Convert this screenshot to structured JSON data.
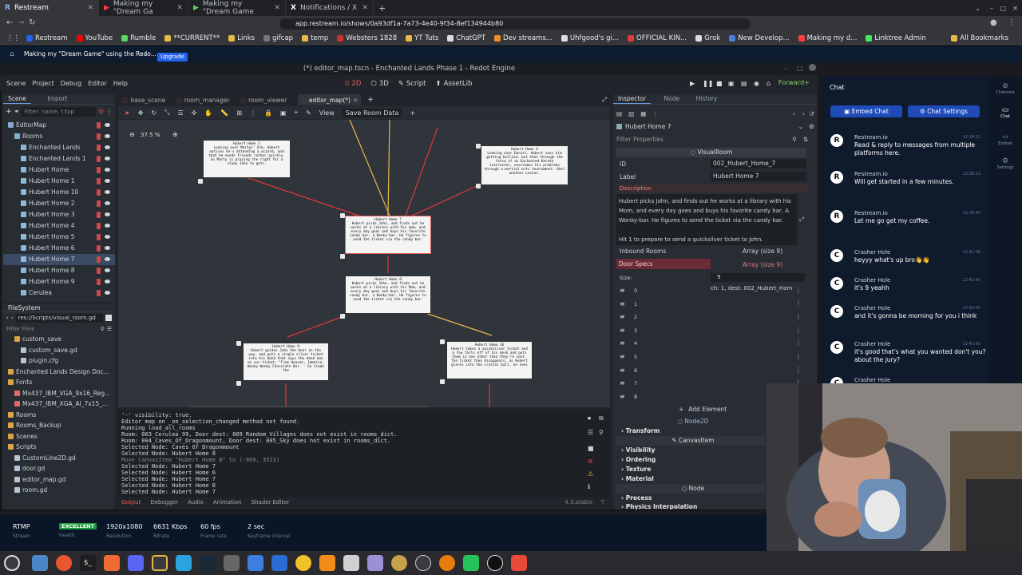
{
  "browser": {
    "tabs": [
      {
        "label": "Restream",
        "active": true
      },
      {
        "label": "Making my \"Dream Ga",
        "active": false
      },
      {
        "label": "Making my \"Dream Game",
        "active": false
      },
      {
        "label": "Notifications / X",
        "active": false
      }
    ],
    "url": "app.restream.io/shows/0a93df1a-7a73-4e40-9f34-8ef134944b80",
    "bookmarks": [
      "Restream",
      "YouTube",
      "Rumble",
      "**CURRENT**",
      "Links",
      "gifcap",
      "temp",
      "Websters 1828",
      "YT Tuts",
      "ChatGPT",
      "Dev streams...",
      "Uhfgood's gi...",
      "OFFICIAL KIN...",
      "Grok",
      "New Develop...",
      "Making my d...",
      "Linktree Admin"
    ],
    "all_bookmarks": "All Bookmarks"
  },
  "restream": {
    "show_title": "Making my \"Dream Game\" using the Redo...",
    "upgrade": "Upgrade"
  },
  "godot": {
    "window_title": "(*) editor_map.tscn - Enchanted Lands Phase 1 - Redot Engine",
    "menu": [
      "Scene",
      "Project",
      "Debug",
      "Editor",
      "Help"
    ],
    "workspaces": [
      "2D",
      "3D",
      "Script",
      "AssetLib"
    ],
    "renderer": "Forward+",
    "scene_tabs": [
      "Scene",
      "Import"
    ],
    "filter_placeholder": "Filter: name, t:typ",
    "tree": [
      {
        "label": "EditorMap",
        "level": 0
      },
      {
        "label": "Rooms",
        "level": 1
      },
      {
        "label": "Enchanted Lands",
        "level": 2
      },
      {
        "label": "Enchanted Lands 1",
        "level": 2
      },
      {
        "label": "Hubert Home",
        "level": 2
      },
      {
        "label": "Hubert Home 1",
        "level": 2
      },
      {
        "label": "Hubert Home 10",
        "level": 2
      },
      {
        "label": "Hubert Home 2",
        "level": 2
      },
      {
        "label": "Hubert Home 3",
        "level": 2
      },
      {
        "label": "Hubert Home 4",
        "level": 2
      },
      {
        "label": "Hubert Home 5",
        "level": 2
      },
      {
        "label": "Hubert Home 6",
        "level": 2
      },
      {
        "label": "Hubert Home 7",
        "level": 2,
        "selected": true
      },
      {
        "label": "Hubert Home 8",
        "level": 2
      },
      {
        "label": "Hubert Home 9",
        "level": 2
      },
      {
        "label": "Cerulea",
        "level": 2
      }
    ],
    "filesystem": {
      "title": "FileSystem",
      "path": "res://Scripts/visual_room.gd",
      "filter": "Filter Files",
      "files": [
        {
          "label": "custom_save",
          "level": 1,
          "kind": "folder"
        },
        {
          "label": "custom_save.gd",
          "level": 2,
          "kind": "file"
        },
        {
          "label": "plugin.cfg",
          "level": 2,
          "kind": "file"
        },
        {
          "label": "Enchanted Lands Design Doc...",
          "level": 0,
          "kind": "folder"
        },
        {
          "label": "Fonts",
          "level": 0,
          "kind": "folder"
        },
        {
          "label": "Mx437_IBM_VGA_9x16_Reg...",
          "level": 1,
          "kind": "font"
        },
        {
          "label": "Mx437_IBM_XGA_AI_7x15_...",
          "level": 1,
          "kind": "font"
        },
        {
          "label": "Rooms",
          "level": 0,
          "kind": "folder"
        },
        {
          "label": "Rooms_Backup",
          "level": 0,
          "kind": "folder"
        },
        {
          "label": "Scenes",
          "level": 0,
          "kind": "folder"
        },
        {
          "label": "Scripts",
          "level": 0,
          "kind": "folder"
        },
        {
          "label": "CustomLine2D.gd",
          "level": 1,
          "kind": "file"
        },
        {
          "label": "door.gd",
          "level": 1,
          "kind": "file"
        },
        {
          "label": "editor_map.gd",
          "level": 1,
          "kind": "file"
        },
        {
          "label": "room.gd",
          "level": 1,
          "kind": "file"
        }
      ]
    },
    "editor_tabs": [
      "base_scene",
      "room_manager",
      "room_viewer",
      "editor_map(*)"
    ],
    "viewport": {
      "zoom": "37.5 %",
      "view_menu": "View",
      "save_button": "Save Room Data",
      "nodes": [
        {
          "title": "Hubert Home 5",
          "text": "Looking over Martys' Ark, Hubert notices he's attending a wizard, and that he needs friends rather quickly. So Marty is playing the right for a study John to gets."
        },
        {
          "title": "Hubert Home 4",
          "text": "Looking over Daniel, Hubert sees him getting bullied, but then through the force of an Enchanted Karate instructor, overcomes his problems through a martial arts tournament. Ahel another Lesson."
        },
        {
          "title": "Hubert Home 7",
          "text": "Hubert picks John, and finds out he works at a library with his mom, and every day goes and buys his favorite candy bar, a Wonky-bar. He figures to send the ticket via the candy bar."
        },
        {
          "title": "Hubert Home 8",
          "text": "Hubert picks John, and finds out he works at a library with his Mom, and every day goes and buys his favorite candy bar, a Wonky-bar. He figures to send the ticket via the candy bar."
        },
        {
          "title": "Hubert Home 9",
          "text": "Hubert guides John the door on the way, and puts a single silver ticket into his Hand that says the dead man on our ticket: \"From Heaven, Jamaica. Wonky-Wonky Chocolate Bar. - Go trade the"
        },
        {
          "title": "Hubert Home 10",
          "text": "Hubert takes a quicksilver ticket and a few falls off of his desk and puts them in one other then they're sent. The ticket then disappears, as Hubert glares into the crystal ball, he sees"
        }
      ]
    },
    "output": {
      "lines": [
        {
          "text": "'-' visibility: true.",
          "dim": false
        },
        {
          "text": "Editor map on _on_selection_changed method not found.",
          "dim": false
        },
        {
          "text": "Running load_all_rooms",
          "dim": false
        },
        {
          "text": "Room: 003_Cerulea_99, Door dest: 009_Random_Villages does not exist in rooms_dict.",
          "dim": false
        },
        {
          "text": "Room: 004_Caves_Of_Dragonmount, Door dest: 005_Sky does not exist in rooms_dict.",
          "dim": false
        },
        {
          "text": "Selected Node: Caves Of Dragonmount",
          "dim": false
        },
        {
          "text": "Selected Node: Hubert Home 8",
          "dim": false
        },
        {
          "text": "Move CanvasItem \"Hubert Home 8\" to (-969, 3523)",
          "dim": true
        },
        {
          "text": "Selected Node: Hubert Home 7",
          "dim": false
        },
        {
          "text": "Selected Node: Hubert Home 6",
          "dim": false
        },
        {
          "text": "Selected Node: Hubert Home 7",
          "dim": false
        },
        {
          "text": "Selected Node: Hubert Home 8",
          "dim": false
        },
        {
          "text": "Selected Node: Hubert Home 7",
          "dim": false
        }
      ],
      "bottom_tabs": [
        "Output",
        "Debugger",
        "Audio",
        "Animation",
        "Shader Editor"
      ],
      "version": "4.3.stable"
    },
    "inspector": {
      "tabs": [
        "Inspector",
        "Node",
        "History"
      ],
      "object": "Hubert Home 7",
      "filter": "Filter Properties",
      "class_header": "VisualRoom",
      "id_label": "ID",
      "id_value": "002_Hubert_Home_7",
      "label_label": "Label",
      "label_value": "Hubert Home 7",
      "description_label": "Description",
      "description_text": "Hubert picks John, and finds out he works at a library with his Mom, and every day goes and buys his favorite candy bar, A Wonky-bar.  He figures to send the ticket via the candy bar.",
      "description_hint": "Hit 1 to prepare to send a quicksilver ticket to John.",
      "inbound_label": "Inbound Rooms",
      "inbound_value": "Array (size 9)",
      "door_specs_label": "Door Specs",
      "door_specs_value": "Array (size 9)",
      "size_label": "Size:",
      "size_value": "9",
      "elements": [
        "0",
        "1",
        "2",
        "3",
        "4",
        "5",
        "6",
        "7",
        "8"
      ],
      "element0_value": "ch: 1, dest: 002_Hubert_Hom",
      "add_element": "Add Element",
      "node2d_header": "Node2D",
      "transform": "Transform",
      "canvas_header": "CanvasItem",
      "canvas_props": [
        "Visibility",
        "Ordering",
        "Texture",
        "Material"
      ],
      "node_header": "Node",
      "node_props": [
        "Process",
        "Physics Interpolation"
      ]
    }
  },
  "chat": {
    "title": "Chat",
    "embed": "Embed Chat",
    "settings": "Chat Settings",
    "side": [
      "Channels",
      "Chat",
      "Embed",
      "Settings"
    ],
    "messages": [
      {
        "author": "Restream.io",
        "time": "12:34:31",
        "text": "Read & reply to messages from multiple platforms here."
      },
      {
        "author": "Restream.io",
        "time": "12:36:13",
        "text": "Will get started in a few minutes."
      },
      {
        "author": "Restream.io",
        "time": "12:36:40",
        "text": "Let me go get my coffee."
      },
      {
        "author": "Crasher Hole",
        "time": "12:41:56",
        "text": "heyyy what's up bro👋👋"
      },
      {
        "author": "Crasher Hole",
        "time": "12:42:00",
        "text": "it's 9 yeahh"
      },
      {
        "author": "Crasher Hole",
        "time": "12:43:05",
        "text": "and it's gonna be morning for you i think"
      },
      {
        "author": "Crasher Hole",
        "time": "12:43:50",
        "text": "it's good that's what you wanted don't you? about the jury?"
      },
      {
        "author": "Crasher Hole",
        "time": "",
        "text": ""
      }
    ]
  },
  "stream_stats": [
    {
      "value": "RTMP",
      "label": "Stream"
    },
    {
      "value": "EXCELLENT",
      "label": "Health"
    },
    {
      "value": "1920x1080",
      "label": "Resolution"
    },
    {
      "value": "6631 Kbps",
      "label": "Bitrate"
    },
    {
      "value": "60 fps",
      "label": "Frame rate"
    },
    {
      "value": "2 sec",
      "label": "Keyframe interval"
    }
  ],
  "colors": {
    "accent": "#e05d5d",
    "chat_button": "#1f4bb8",
    "connection_red": "#e03a3a",
    "connection_yellow": "#e8b84a"
  }
}
